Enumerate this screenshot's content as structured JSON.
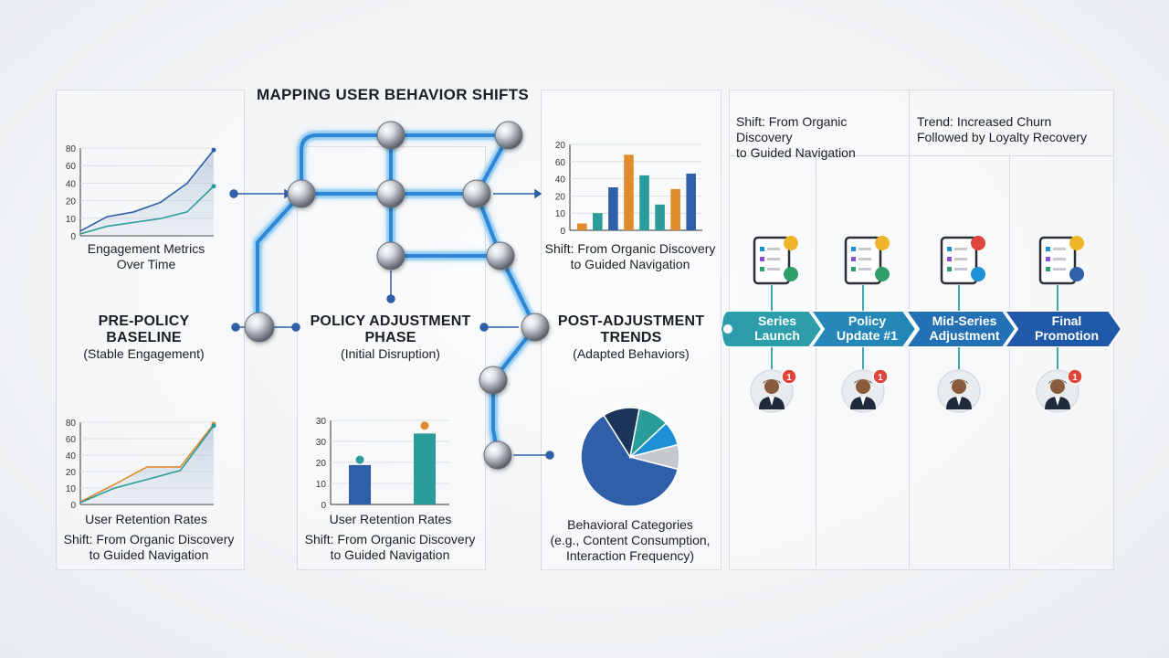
{
  "title": "MAPPING USER BEHAVIOR SHIFTS",
  "phases": {
    "pre_policy": {
      "title_line1": "PRE-POLICY",
      "title_line2": "BASELINE",
      "subtitle": "(Stable Engagement)"
    },
    "policy": {
      "title_line1": "POLICY ADJUSTMENT",
      "title_line2": "PHASE",
      "subtitle": "(Initial Disruption)"
    },
    "post": {
      "title_line1": "POST-ADJUSTMENT",
      "title_line2": "TRENDS",
      "subtitle": "(Adapted Behaviors)"
    }
  },
  "captions": {
    "engagement_line1": "Engagement Metrics",
    "engagement_line2": "Over Time",
    "retention_left": "User Retention Rates",
    "shift_left_line1": "Shift: From Organic Discovery",
    "shift_left_line2": "to Guided Navigation",
    "retention_mid": "User Retention Rates",
    "shift_mid_line1": "Shift: From Organic Discovery",
    "shift_mid_line2": "to Guided Navigation",
    "shift_post_line1": "Shift: From Organic Discovery",
    "shift_post_line2": "to Guided Navigation",
    "behavioral_line1": "Behavioral Categories",
    "behavioral_line2": "(e.g., Content Consumption,",
    "behavioral_line3": "Interaction Frequency)",
    "top_shift_line1": "Shift: From Organic Discovery",
    "top_shift_line2": "to Guided Navigation",
    "top_trend_line1": "Trend: Increased Churn",
    "top_trend_line2": "Followed by Loyalty Recovery"
  },
  "timeline": {
    "stages": [
      {
        "line1": "Series",
        "line2": "Launch"
      },
      {
        "line1": "Policy",
        "line2": "Update #1"
      },
      {
        "line1": "Mid-Series",
        "line2": "Adjustment"
      },
      {
        "line1": "Final",
        "line2": "Promotion"
      }
    ],
    "badges": [
      "1",
      "1",
      "1"
    ]
  },
  "chart_data": [
    {
      "type": "line",
      "name": "engagement",
      "yticks": [
        "0",
        "10",
        "20",
        "40",
        "60",
        "80"
      ],
      "ylim": [
        0,
        80
      ],
      "series": [
        {
          "color": "#2e5fa8",
          "values": [
            5,
            20,
            25,
            35,
            55,
            90
          ]
        },
        {
          "color": "#2a9d9a",
          "values": [
            2,
            10,
            14,
            18,
            25,
            52
          ]
        }
      ]
    },
    {
      "type": "line",
      "name": "retention",
      "yticks": [
        "0",
        "10",
        "20",
        "40",
        "60",
        "80"
      ],
      "ylim": [
        0,
        80
      ],
      "series": [
        {
          "color": "#e08a2c",
          "values": [
            3,
            22,
            42,
            42,
            90
          ]
        },
        {
          "color": "#2a9d9a",
          "values": [
            2,
            18,
            28,
            38,
            88
          ]
        }
      ]
    },
    {
      "type": "bar",
      "name": "retention-mid",
      "yticks": [
        "0",
        "10",
        "20",
        "30",
        "30"
      ],
      "values": [
        15,
        27
      ],
      "colors": [
        "#2e5fa8",
        "#2a9d9a"
      ],
      "markers": [
        {
          "value": 17,
          "color": "#2a9d9a"
        },
        {
          "value": 30,
          "color": "#e08a2c"
        }
      ]
    },
    {
      "type": "bar",
      "name": "post-bars",
      "yticks": [
        "0",
        "10",
        "20",
        "40",
        "60",
        "20"
      ],
      "values": [
        4,
        10,
        25,
        44,
        32,
        15,
        24,
        33
      ],
      "colors": [
        "#e08a2c",
        "#2a9d9a",
        "#2e5fa8",
        "#e08a2c",
        "#2a9d9a",
        "#2a9d9a",
        "#e08a2c",
        "#2e5fa8"
      ]
    },
    {
      "type": "pie",
      "name": "behavioral",
      "values": [
        62,
        12,
        10,
        8,
        8
      ],
      "colors": [
        "#2e5fa8",
        "#1a3559",
        "#2a9d9a",
        "#1e90d6",
        "#c5c9ce"
      ]
    }
  ]
}
